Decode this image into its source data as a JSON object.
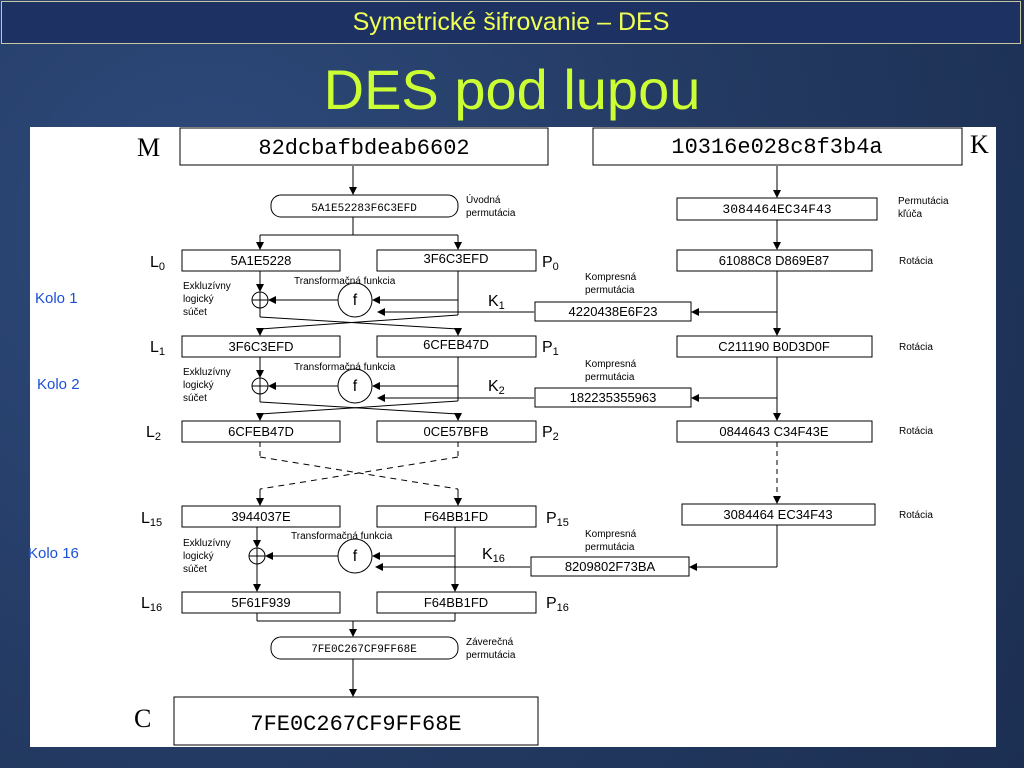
{
  "slide": {
    "header": "Symetrické šifrovanie – DES",
    "title": "DES pod lupou"
  },
  "rounds": {
    "r1": "Kolo 1",
    "r2": "Kolo 2",
    "r16": "Kolo 16"
  },
  "diagram": {
    "M_label": "M",
    "K_label": "K",
    "C_label": "C",
    "message": "82dcbafbdeab6602",
    "key": "10316e028c8f3b4a",
    "ip_value": "5A1E52283F6C3EFD",
    "ip_note": [
      "Úvodná",
      "permutácia"
    ],
    "pc1_value": "3084464EC34F43",
    "pc1_note": [
      "Permutácia",
      "kľúča"
    ],
    "rot_note": "Rotácia",
    "rot1": "61088C8 D869E87",
    "rot2": "C211190 B0D3D0F",
    "rot3": "0844643 C34F43E",
    "rot16": "3084464 EC34F43",
    "pc2_note": [
      "Kompresná",
      "permutácia"
    ],
    "k1": "4220438E6F23",
    "k2": "182235355963",
    "k16": "8209802F73BA",
    "xor_note": [
      "Exkluzívny",
      "logický",
      "súčet"
    ],
    "f_note": "Transformačná funkcia",
    "f_symbol": "f",
    "L0": "5A1E5228",
    "P0": "3F6C3EFD",
    "L1": "3F6C3EFD",
    "P1": "6CFEB47D",
    "L2": "6CFEB47D",
    "P2": "0CE57BFB",
    "L15": "3944037E",
    "P15": "F64BB1FD",
    "L16": "5F61F939",
    "P16": "F64BB1FD",
    "fp_value": "7FE0C267CF9FF68E",
    "fp_note": [
      "Záverečná",
      "permutácia"
    ],
    "cipher": "7FE0C267CF9FF68E"
  },
  "colors": {
    "header_text": "#f0ff55",
    "title_text": "#ccff33",
    "round_label": "#1a4fd6",
    "background": "#243c66"
  }
}
